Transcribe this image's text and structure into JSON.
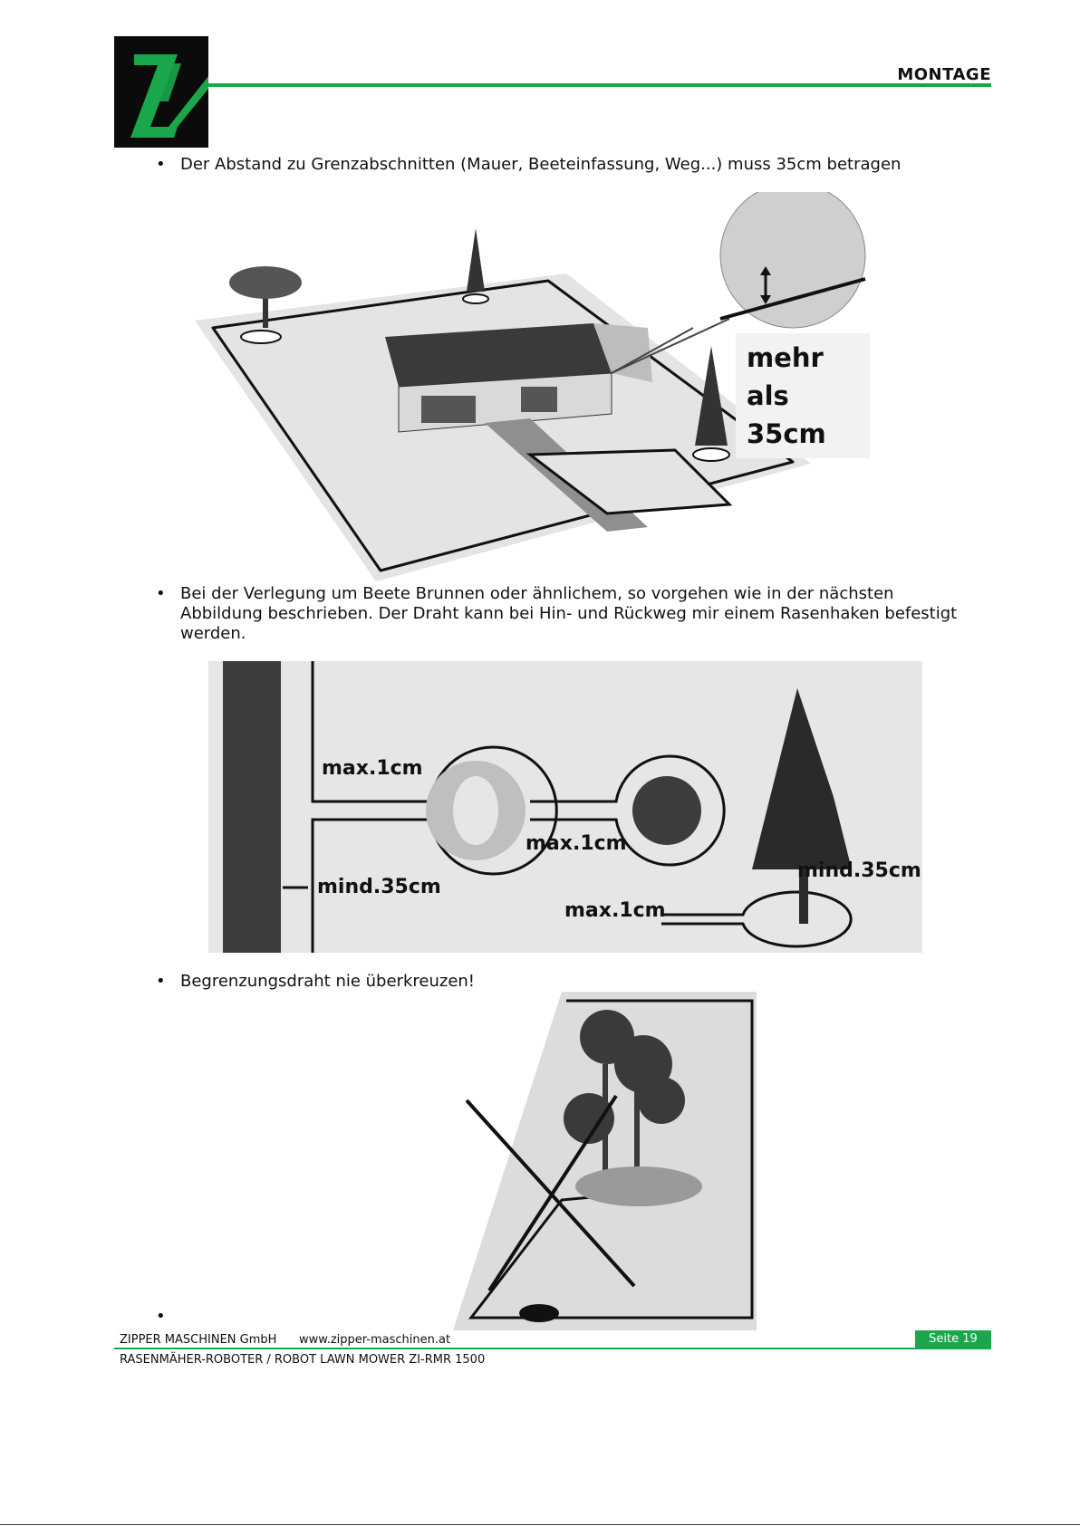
{
  "header": {
    "section_title": "MONTAGE",
    "logo_alt": "ZIPPER logo"
  },
  "bullets": [
    {
      "text": "Der Abstand zu Grenzabschnitten (Mauer, Beeteinfassung, Weg...) muss 35cm betragen"
    },
    {
      "text": "Bei der Verlegung um Beete Brunnen oder ähnlichem, so vorgehen wie in der nächsten Abbildung beschrieben. Der Draht kann bei Hin- und Rückweg mir einem Rasenhaken befestigt werden."
    },
    {
      "text": "Begrenzungsdraht nie überkreuzen!"
    },
    {
      "text": ""
    }
  ],
  "figure1": {
    "callout_line1": "mehr als",
    "callout_line2": "35cm"
  },
  "figure2": {
    "label_max_top": "max.1cm",
    "label_max_mid": "max.1cm",
    "label_max_bottom": "max.1cm",
    "label_min_left": "mind.35cm",
    "label_min_right": "mind.35cm"
  },
  "footer": {
    "company": "ZIPPER MASCHINEN GmbH",
    "website": "www.zipper-maschinen.at",
    "product": "RASENMÄHER-ROBOTER / ROBOT LAWN MOWER  ZI-RMR 1500",
    "page": "Seite 19"
  },
  "colors": {
    "brand_green": "#1aa64a",
    "logo_bg": "#0b0b0b"
  }
}
